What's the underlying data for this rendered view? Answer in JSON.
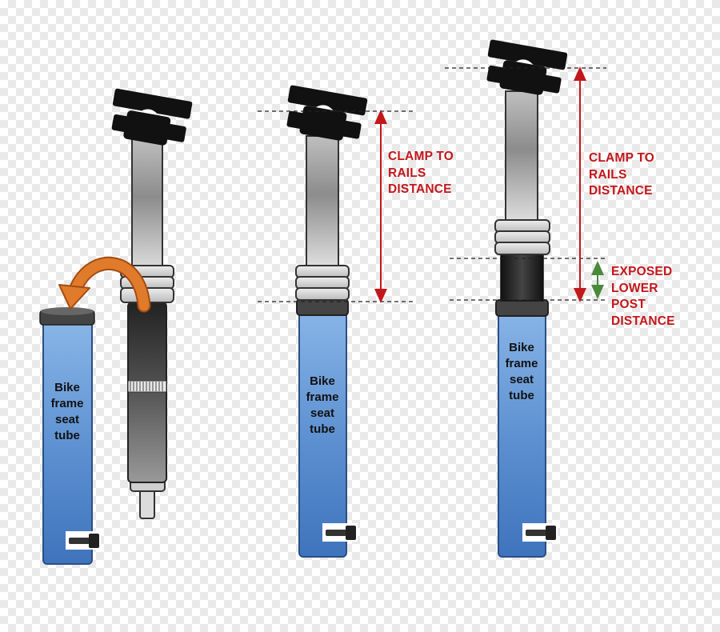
{
  "diagram": {
    "seat_tube_label": "Bike\nframe\nseat\ntube",
    "panel2": {
      "measure_label": "CLAMP TO\nRAILS\nDISTANCE"
    },
    "panel3": {
      "measure_label": "CLAMP TO\nRAILS\nDISTANCE",
      "exposed_label": "EXPOSED\nLOWER\nPOST\nDISTANCE"
    },
    "colors": {
      "measure_arrow": "#c4171b",
      "exposed_arrow": "#4a8a3a",
      "insert_arrow": "#e07b2c",
      "seat_tube": "#5b8fd0"
    }
  }
}
